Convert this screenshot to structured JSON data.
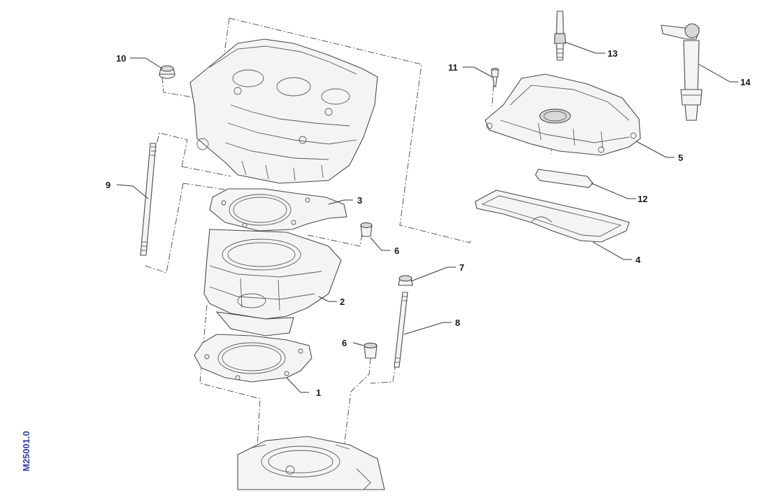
{
  "figure": {
    "reference_code": "M25001.0",
    "reference_color": "#2d3fa3"
  },
  "callouts": {
    "c1": "1",
    "c2": "2",
    "c3": "3",
    "c4": "4",
    "c5": "5",
    "c6a": "6",
    "c6b": "6",
    "c7": "7",
    "c8": "8",
    "c9": "9",
    "c10": "10",
    "c11": "11",
    "c12": "12",
    "c13": "13",
    "c14": "14"
  }
}
